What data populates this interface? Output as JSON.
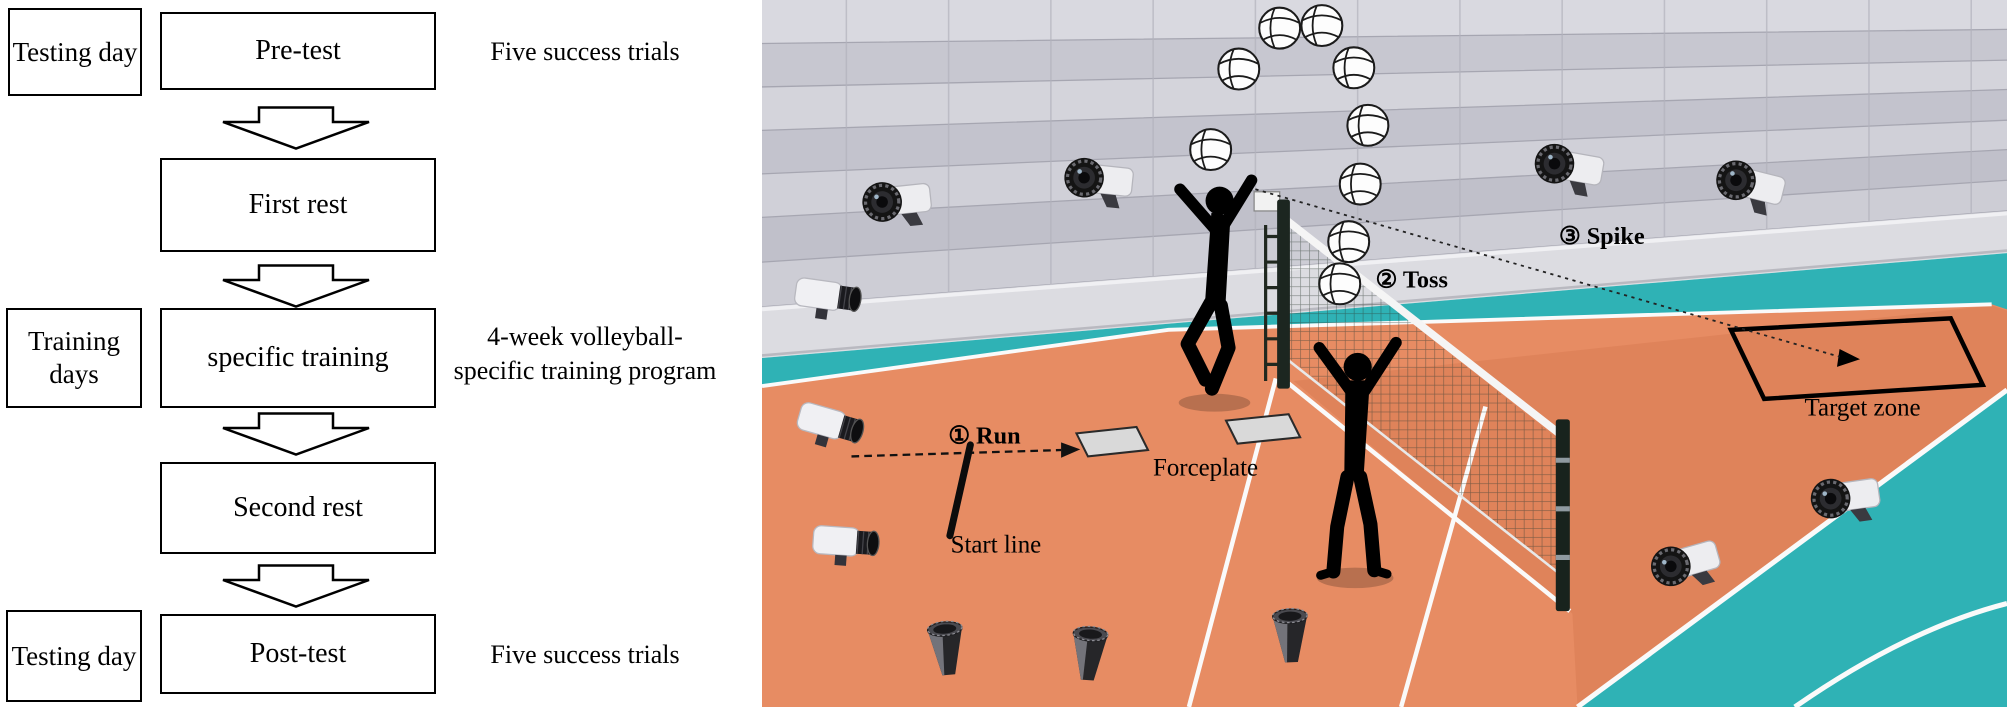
{
  "figure": {
    "flowchart": {
      "side_labels": {
        "top": "Testing day",
        "middle": "Training days",
        "bottom": "Testing day"
      },
      "stages": {
        "pretest": "Pre-test",
        "first_rest": "First rest",
        "training": "specific training",
        "second_rest": "Second rest",
        "posttest": "Post-test"
      },
      "annotations": {
        "pretest": "Five success trials",
        "training_line1": "4-week volleyball-",
        "training_line2": "specific training program",
        "posttest": "Five success trials"
      }
    },
    "scene": {
      "labels": {
        "run": "① Run",
        "toss": "② Toss",
        "spike": "③ Spike",
        "forceplate": "Forceplate",
        "start_line": "Start line",
        "target_zone": "Target zone"
      },
      "colors": {
        "court_orange": "#e78c63",
        "floor_teal": "#2fb2b5",
        "stands_gray": "#cdcdd5",
        "silhouette": "#000000",
        "court_line": "#fafafa"
      }
    }
  }
}
